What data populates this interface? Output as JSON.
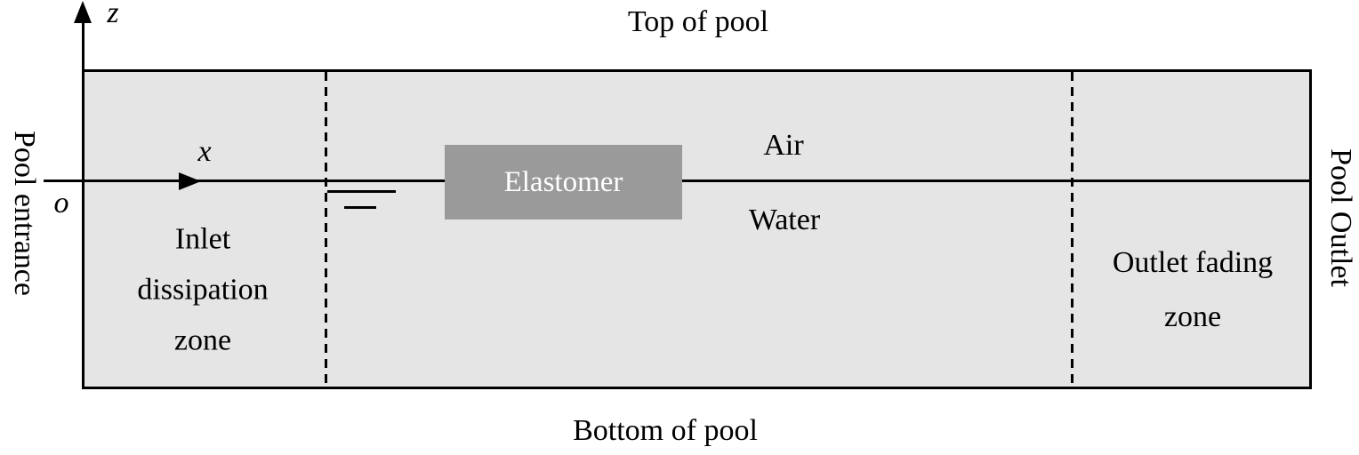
{
  "figure": {
    "top_label": "Top of pool",
    "bottom_label": "Bottom of pool",
    "left_label": "Pool entrance",
    "right_label": "Pool Outlet"
  },
  "axes": {
    "z_label": "z",
    "x_label": "x",
    "origin_label": "o"
  },
  "zones": {
    "inlet": {
      "lines": [
        "Inlet",
        "dissipation",
        "zone"
      ]
    },
    "outlet": {
      "lines": [
        "Outlet fading",
        "zone"
      ]
    }
  },
  "media": {
    "above_line": "Air",
    "below_line": "Water"
  },
  "elastomer": {
    "label": "Elastomer"
  },
  "colors": {
    "background": "#ffffff",
    "pool_fill": "#e5e5e5",
    "elastomer_fill": "#9a9a9a",
    "elastomer_text": "#ffffff",
    "line": "#000000"
  }
}
